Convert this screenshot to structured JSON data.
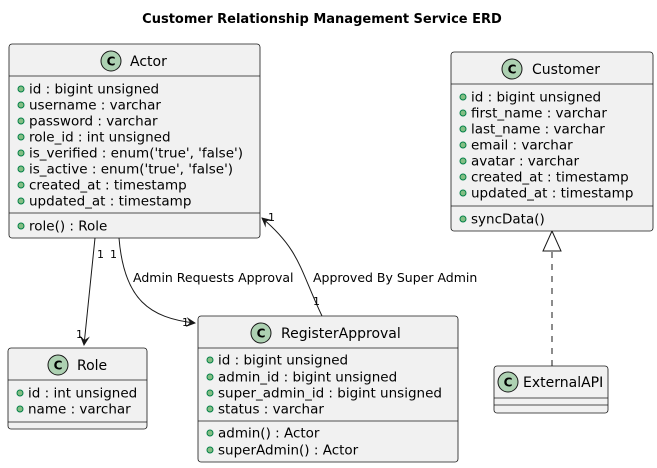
{
  "title": "Customer Relationship Management Service ERD",
  "classes": {
    "actor": {
      "badge": "C",
      "name": "Actor",
      "fields": [
        "id : bigint unsigned",
        "username : varchar",
        "password : varchar",
        "role_id : int unsigned",
        "is_verified : enum('true', 'false')",
        "is_active : enum('true', 'false')",
        "created_at : timestamp",
        "updated_at : timestamp"
      ],
      "methods": [
        "role() : Role"
      ]
    },
    "customer": {
      "badge": "C",
      "name": "Customer",
      "fields": [
        "id : bigint unsigned",
        "first_name : varchar",
        "last_name : varchar",
        "email : varchar",
        "avatar : varchar",
        "created_at : timestamp",
        "updated_at : timestamp"
      ],
      "methods": [
        "syncData()"
      ]
    },
    "role": {
      "badge": "C",
      "name": "Role",
      "fields": [
        "id : int unsigned",
        "name : varchar"
      ],
      "methods": []
    },
    "register_approval": {
      "badge": "C",
      "name": "RegisterApproval",
      "fields": [
        "id : bigint unsigned",
        "admin_id : bigint unsigned",
        "super_admin_id : bigint unsigned",
        "status : varchar"
      ],
      "methods": [
        "admin() : Actor",
        "superAdmin() : Actor"
      ]
    },
    "external_api": {
      "badge": "C",
      "name": "ExternalAPI",
      "fields": [],
      "methods": []
    }
  },
  "relations": {
    "actor_role": {
      "from_mult": "1",
      "to_mult": "1"
    },
    "actor_register": {
      "label": "Admin Requests Approval",
      "from_mult": "1",
      "to_mult": "1"
    },
    "register_actor": {
      "label": "Approved By Super Admin",
      "from_mult": "1",
      "to_mult": "1"
    },
    "external_customer": {
      "kind": "realization"
    }
  }
}
